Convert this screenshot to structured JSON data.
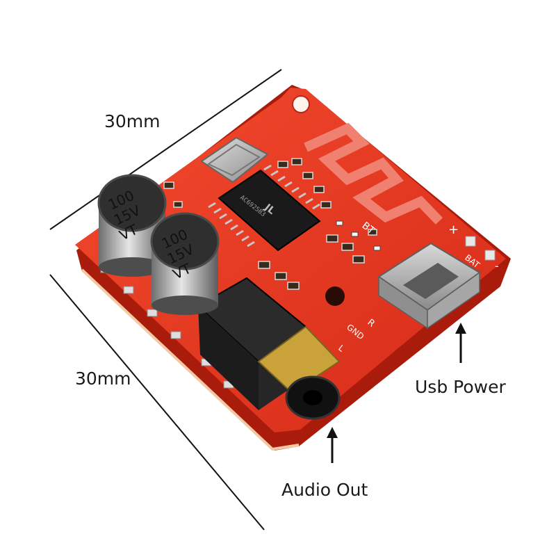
{
  "dimensions": {
    "top": "30mm",
    "left": "30mm"
  },
  "callouts": {
    "usb": "Usb Power",
    "audio": "Audio Out"
  },
  "board_markings": {
    "cap1": [
      "100",
      "15V",
      "VT"
    ],
    "cap2": [
      "100",
      "15V",
      "VT"
    ],
    "bt": "BT",
    "r": "R",
    "l": "L",
    "gnd": "GND",
    "bat": "BAT",
    "plus": "+",
    "minus": "-",
    "chip_logo": "JL",
    "chip_text": "AC6925B3"
  },
  "colors": {
    "pcb": "#e8321e",
    "pcb_edge": "#b8200f",
    "metal": "#9c9c9c",
    "jack": "#222222",
    "brass": "#c9a33a"
  }
}
